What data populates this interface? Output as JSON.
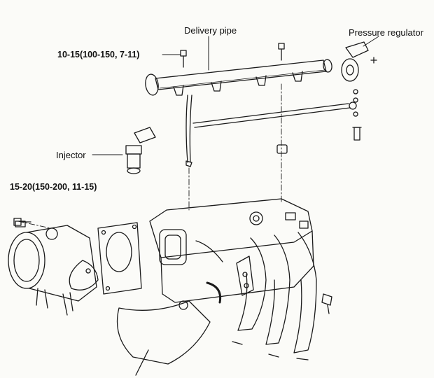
{
  "labels": {
    "delivery_pipe": "Delivery pipe",
    "pressure_regulator": "Pressure regulator",
    "injector": "Injector",
    "torque_delivery_pipe_bolt": "10-15(100-150, 7-11)",
    "torque_throttle_body_bolt": "15-20(150-200, 11-15)"
  },
  "colors": {
    "line": "#1a1a1a",
    "paper": "#fbfbf8"
  }
}
